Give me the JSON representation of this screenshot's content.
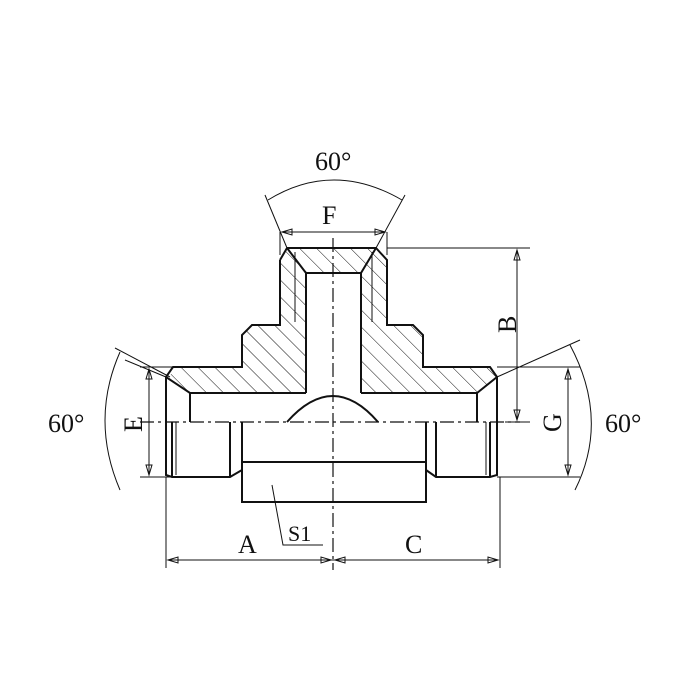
{
  "drawing": {
    "labels": {
      "angle_top": "60°",
      "angle_left": "60°",
      "angle_right": "60°",
      "F": "F",
      "B": "B",
      "E": "E",
      "G": "G",
      "A": "A",
      "C": "C",
      "S1": "S1"
    },
    "line_color": "#111111"
  }
}
